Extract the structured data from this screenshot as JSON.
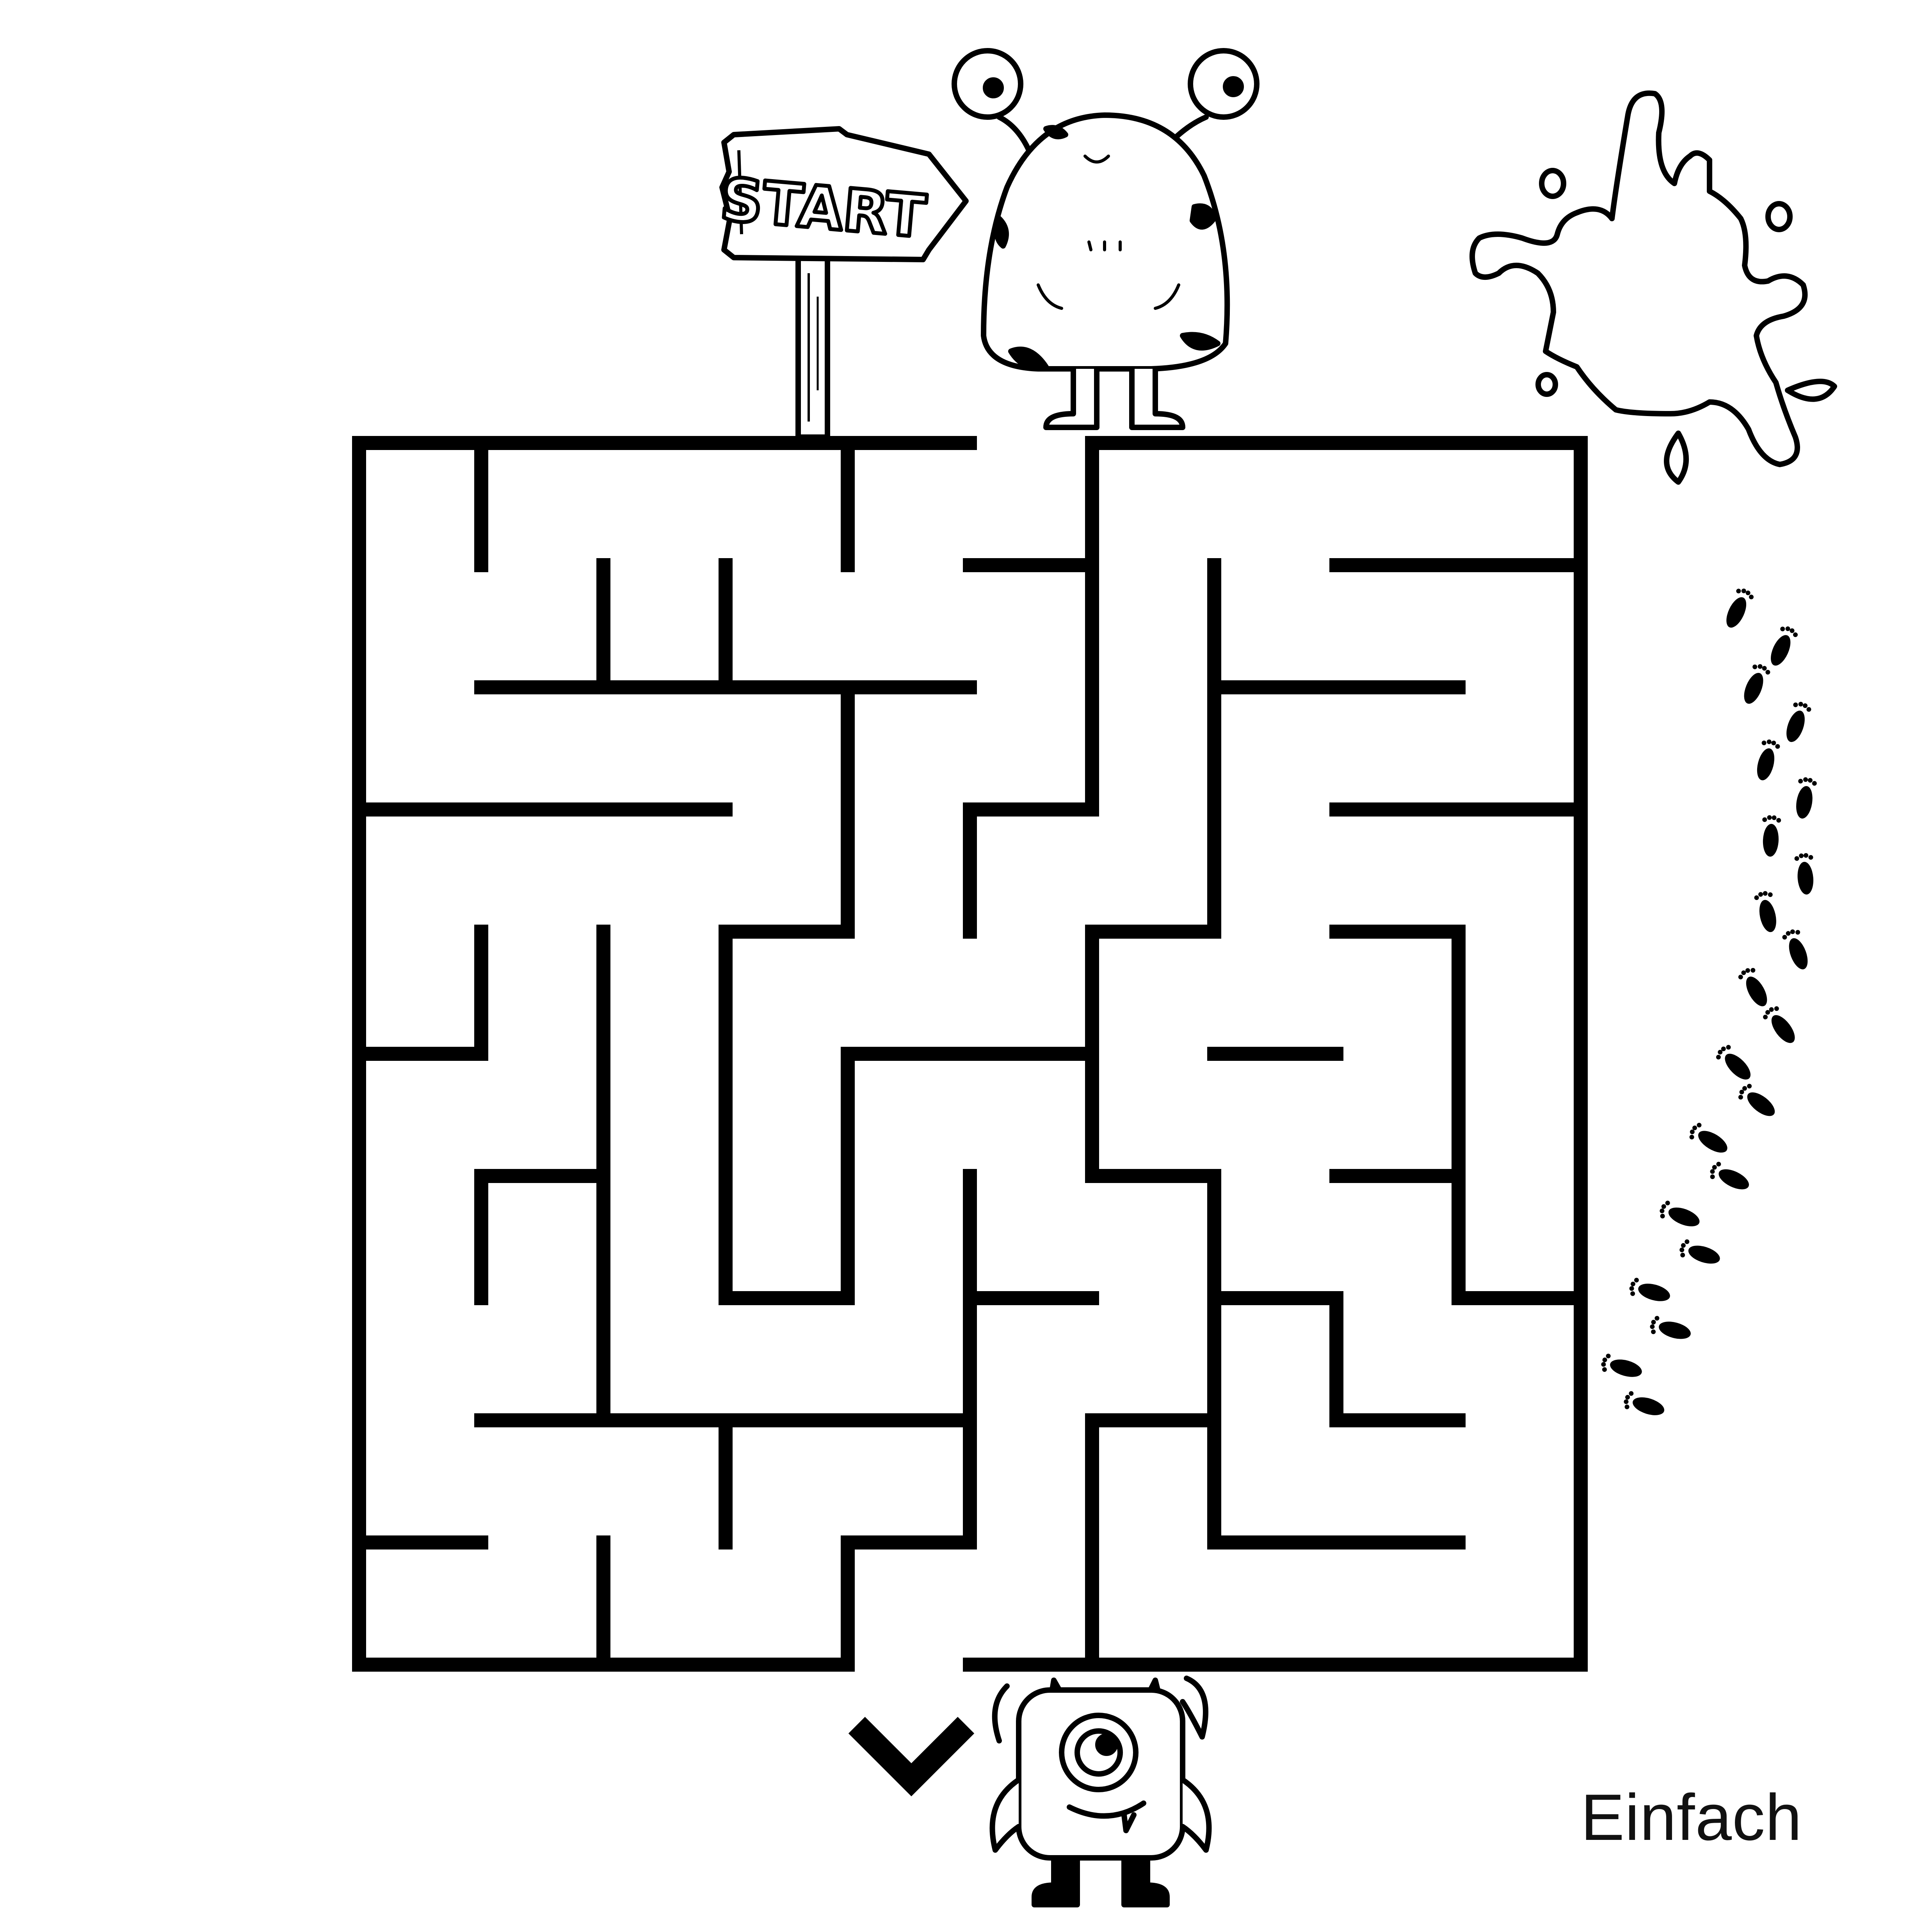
{
  "maze": {
    "grid": {
      "cols": 10,
      "rows": 10
    },
    "entrance": {
      "side": "top",
      "col": 5
    },
    "exit": {
      "side": "bottom",
      "col": 4
    },
    "horizontal_walls": [
      [
        2,
        0,
        5,
        1
      ],
      [
        2,
        1,
        5,
        4
      ],
      [
        5,
        1,
        7,
        4
      ],
      [
        5,
        2,
        7,
        5
      ],
      [
        5,
        3,
        7,
        7
      ],
      [
        5,
        4,
        7,
        8
      ],
      [
        5,
        6,
        7,
        10
      ],
      [
        4,
        0,
        5,
        2
      ],
      [
        4,
        3,
        5,
        7
      ],
      [
        4,
        7,
        5,
        8
      ],
      [
        3,
        0,
        5,
        1
      ],
      [
        3,
        2,
        5,
        5
      ],
      [
        3,
        7,
        5,
        10
      ],
      [
        2,
        1,
        5,
        2
      ],
      [
        2,
        3,
        5,
        4
      ],
      [
        2,
        6,
        5,
        8
      ],
      [
        1,
        0,
        5,
        1
      ],
      [
        1,
        2,
        5,
        4
      ],
      [
        1,
        5,
        5,
        6
      ],
      [
        1,
        7,
        5,
        8
      ],
      [
        0,
        0,
        5,
        2
      ],
      [
        0,
        2,
        5,
        4
      ],
      [
        0,
        4,
        5,
        6
      ],
      [
        0,
        6,
        5,
        8
      ],
      [
        0,
        8,
        5,
        10
      ]
    ],
    "wall_segments": [
      {
        "o": "h",
        "r": 0,
        "c0": 0,
        "c1": 5
      },
      {
        "o": "h",
        "r": 0,
        "c0": 6,
        "c1": 10
      },
      {
        "o": "h",
        "r": 10,
        "c0": 0,
        "c1": 4
      },
      {
        "o": "h",
        "r": 10,
        "c0": 5,
        "c1": 10
      },
      {
        "o": "v",
        "c": 0,
        "r0": 0,
        "r1": 10
      },
      {
        "o": "v",
        "c": 10,
        "r0": 0,
        "r1": 10
      },
      {
        "o": "v",
        "c": 1,
        "r0": 0,
        "r1": 1
      },
      {
        "o": "v",
        "c": 4,
        "r0": 0,
        "r1": 1
      },
      {
        "o": "v",
        "c": 6,
        "r0": 0,
        "r1": 3
      },
      {
        "o": "h",
        "r": 1,
        "c0": 5,
        "c1": 6
      },
      {
        "o": "h",
        "r": 1,
        "c0": 8,
        "c1": 10
      },
      {
        "o": "v",
        "c": 2,
        "r0": 1,
        "r1": 2
      },
      {
        "o": "v",
        "c": 3,
        "r0": 1,
        "r1": 2
      },
      {
        "o": "v",
        "c": 7,
        "r0": 1,
        "r1": 4
      },
      {
        "o": "h",
        "r": 2,
        "c0": 1,
        "c1": 5
      },
      {
        "o": "h",
        "r": 2,
        "c0": 7,
        "c1": 9
      },
      {
        "o": "v",
        "c": 4,
        "r0": 2,
        "r1": 4
      },
      {
        "o": "h",
        "r": 3,
        "c0": 0,
        "c1": 3
      },
      {
        "o": "h",
        "r": 3,
        "c0": 5,
        "c1": 6
      },
      {
        "o": "h",
        "r": 3,
        "c0": 8,
        "c1": 10
      },
      {
        "o": "v",
        "c": 5,
        "r0": 3,
        "r1": 4
      },
      {
        "o": "h",
        "r": 4,
        "c0": 3,
        "c1": 4
      },
      {
        "o": "h",
        "r": 4,
        "c0": 6,
        "c1": 7
      },
      {
        "o": "h",
        "r": 4,
        "c0": 8,
        "c1": 9
      },
      {
        "o": "v",
        "c": 1,
        "r0": 4,
        "r1": 5
      },
      {
        "o": "v",
        "c": 2,
        "r0": 4,
        "r1": 8
      },
      {
        "o": "v",
        "c": 3,
        "r0": 4,
        "r1": 7
      },
      {
        "o": "v",
        "c": 6,
        "r0": 4,
        "r1": 6
      },
      {
        "o": "v",
        "c": 9,
        "r0": 4,
        "r1": 7
      },
      {
        "o": "h",
        "r": 5,
        "c0": 0,
        "c1": 1
      },
      {
        "o": "h",
        "r": 5,
        "c0": 4,
        "c1": 6
      },
      {
        "o": "h",
        "r": 5,
        "c0": 7,
        "c1": 8
      },
      {
        "o": "v",
        "c": 4,
        "r0": 5,
        "r1": 7
      },
      {
        "o": "h",
        "r": 6,
        "c0": 1,
        "c1": 2
      },
      {
        "o": "h",
        "r": 6,
        "c0": 6,
        "c1": 7
      },
      {
        "o": "h",
        "r": 6,
        "c0": 8,
        "c1": 9
      },
      {
        "o": "v",
        "c": 1,
        "r0": 6,
        "r1": 7
      },
      {
        "o": "v",
        "c": 5,
        "r0": 6,
        "r1": 7
      },
      {
        "o": "v",
        "c": 7,
        "r0": 6,
        "r1": 9
      },
      {
        "o": "h",
        "r": 7,
        "c0": 3,
        "c1": 4
      },
      {
        "o": "h",
        "r": 7,
        "c0": 5,
        "c1": 6
      },
      {
        "o": "h",
        "r": 7,
        "c0": 7,
        "c1": 8
      },
      {
        "o": "h",
        "r": 7,
        "c0": 9,
        "c1": 10
      },
      {
        "o": "v",
        "c": 5,
        "r0": 7,
        "r1": 9
      },
      {
        "o": "v",
        "c": 8,
        "r0": 7,
        "r1": 8
      },
      {
        "o": "h",
        "r": 8,
        "c0": 1,
        "c1": 5
      },
      {
        "o": "h",
        "r": 8,
        "c0": 6,
        "c1": 7
      },
      {
        "o": "h",
        "r": 8,
        "c0": 8,
        "c1": 9
      },
      {
        "o": "v",
        "c": 3,
        "r0": 8,
        "r1": 9
      },
      {
        "o": "v",
        "c": 6,
        "r0": 8,
        "r1": 10
      },
      {
        "o": "h",
        "r": 9,
        "c0": 0,
        "c1": 1
      },
      {
        "o": "h",
        "r": 9,
        "c0": 4,
        "c1": 5
      },
      {
        "o": "h",
        "r": 9,
        "c0": 7,
        "c1": 9
      },
      {
        "o": "v",
        "c": 2,
        "r0": 9,
        "r1": 10
      },
      {
        "o": "v",
        "c": 4,
        "r0": 9,
        "r1": 10
      }
    ]
  },
  "sign": {
    "text": "START"
  },
  "difficulty_label": "Einfach",
  "footprints_count": 22,
  "colors": {
    "ink": "#000000",
    "background": "#ffffff",
    "label": "#111111"
  },
  "icons": [
    "start-sign-icon",
    "blob-monster-icon",
    "cyclops-monster-icon",
    "splat-icon",
    "footprints-icon",
    "chevron-down-icon"
  ]
}
